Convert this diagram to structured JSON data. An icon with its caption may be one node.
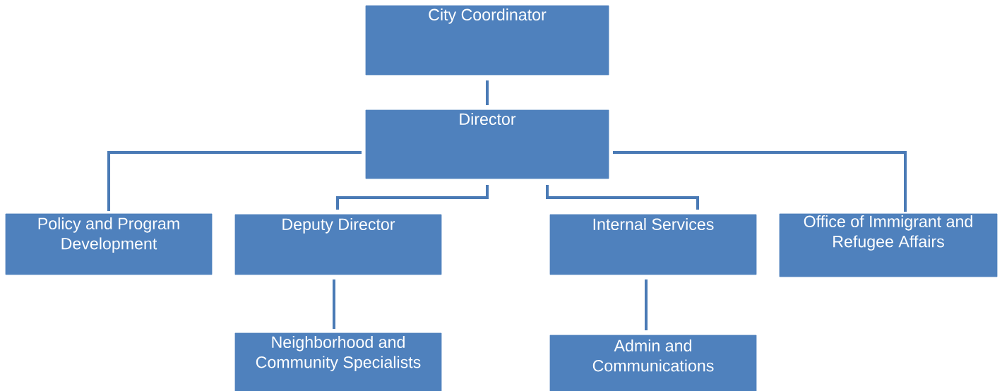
{
  "diagram": {
    "nodes": [
      {
        "text": [
          "City Coordinator"
        ]
      },
      {
        "text": [
          "Director"
        ]
      },
      {
        "text": [
          "Policy and Program Development"
        ]
      },
      {
        "text": [
          "Deputy Director"
        ]
      },
      {
        "text": [
          "Internal Services"
        ]
      },
      {
        "text": [
          "Office of Immigrant and Refugee Affairs"
        ]
      },
      {
        "text": [
          "Neighborhood and Community Specialists"
        ]
      },
      {
        "text": [
          "Admin and Communications"
        ]
      }
    ],
    "edges": [
      {
        "from": 0,
        "to": 1,
        "arrow": "none"
      },
      {
        "from": 1,
        "to": 2,
        "arrow": "none"
      },
      {
        "from": 1,
        "to": 3,
        "arrow": "none"
      },
      {
        "from": 1,
        "to": 4,
        "arrow": "none"
      },
      {
        "from": 1,
        "to": 5,
        "arrow": "none"
      },
      {
        "from": 3,
        "to": 6,
        "arrow": "none"
      },
      {
        "from": 4,
        "to": 7,
        "arrow": "none"
      }
    ]
  }
}
